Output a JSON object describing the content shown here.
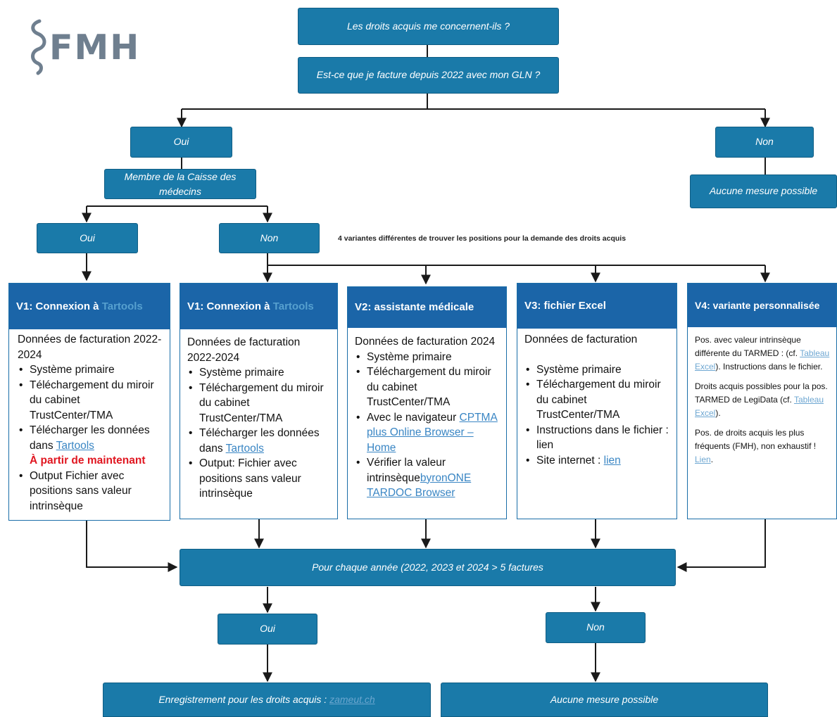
{
  "logo": {
    "text": "FMH"
  },
  "flow": {
    "q1": "Les droits acquis me concernent-ils ?",
    "q2": "Est-ce que je facture depuis 2022 avec mon GLN ?",
    "oui1": "Oui",
    "non1": "Non",
    "no_measure_top": "Aucune mesure possible",
    "member": "Membre de la Caisse des médecins",
    "oui2": "Oui",
    "non2": "Non",
    "variants_note": "4 variantes différentes de trouver les positions pour la demande des droits acquis",
    "yearly": "Pour chaque année (2022, 2023 et 2024 > 5 factures",
    "oui3": "Oui",
    "non3": "Non",
    "register_prefix": "Enregistrement pour les droits acquis : ",
    "register_link": "zameut.ch",
    "no_measure_bottom": "Aucune mesure possible"
  },
  "cards": {
    "c1": {
      "title_prefix": "V1: Connexion à ",
      "title_tool": "Tartools",
      "intro": "Données de facturation 2022-2024",
      "items": {
        "i1": "Système primaire",
        "i2": "Téléchargement du miroir du cabinet TrustCenter/TMA",
        "i3_prefix": "Télécharger les données dans ",
        "i3_link": "Tartools",
        "i3_red": "À partir de maintenant",
        "i4": "Output Fichier avec positions sans valeur intrinsèque"
      }
    },
    "c2": {
      "title_prefix": "V1: Connexion à ",
      "title_tool": "Tartools",
      "intro": "Données de facturation 2022-2024",
      "items": {
        "i1": "Système primaire",
        "i2": "Téléchargement du miroir du cabinet TrustCenter/TMA",
        "i3_prefix": "Télécharger les données dans ",
        "i3_link": "Tartools",
        "i4": "Output: Fichier avec positions sans valeur intrinsèque"
      }
    },
    "c3": {
      "title": "V2: assistante médicale",
      "intro": "Données de facturation 2024",
      "items": {
        "i1": "Système primaire",
        "i2": "Téléchargement du miroir du cabinet TrustCenter/TMA",
        "i3_prefix": "Avec le navigateur ",
        "i3_link": "CPTMA plus Online Browser – Home",
        "i4_prefix": "Vérifier la valeur intrinsèque",
        "i4_link": "byronONE TARDOC Browser"
      }
    },
    "c4": {
      "title": "V3: fichier Excel",
      "intro": "Données de facturation",
      "items": {
        "i1": "Système primaire",
        "i2": "Téléchargement du miroir du cabinet TrustCenter/TMA",
        "i3": "Instructions dans le fichier : lien",
        "i4_prefix": "Site internet : ",
        "i4_link": "lien"
      }
    },
    "c5": {
      "title": "V4: variante personnalisée",
      "p1_prefix": "Pos. avec valeur intrinsèque différente du TARMED : (cf. ",
      "p1_link": "Tableau Excel",
      "p1_suffix": "). Instructions dans le fichier.",
      "p2_prefix": "Droits acquis possibles pour la pos. TARMED de LegiData (cf. ",
      "p2_link": "Tableau Excel",
      "p2_suffix": ").",
      "p3_prefix": "Pos. de droits acquis les plus fréquents (FMH), non exhaustif ! ",
      "p3_link": "Lien",
      "p3_suffix": "."
    }
  },
  "colors": {
    "box": "#1a7aa9",
    "card_header": "#1b65a8",
    "link": "#3a86c4",
    "alert": "#e01620",
    "logo": "#6f7f8f"
  }
}
